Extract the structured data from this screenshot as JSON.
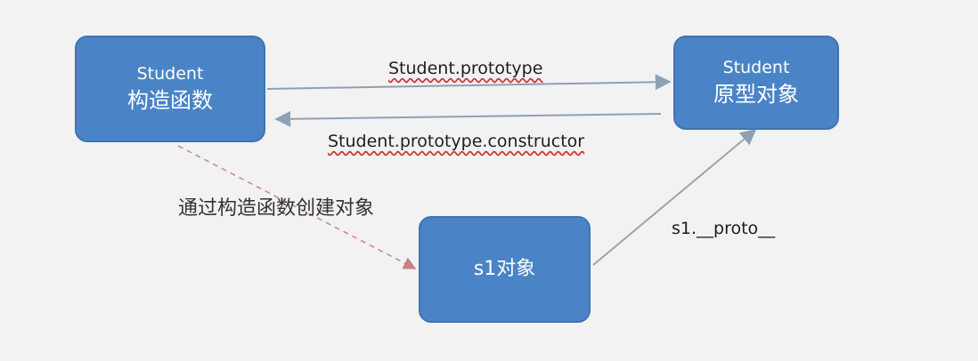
{
  "nodes": {
    "constructor": {
      "line1": "Student",
      "line2": "构造函数"
    },
    "prototype": {
      "line1": "Student",
      "line2": "原型对象"
    },
    "instance": {
      "label": "s1对象"
    }
  },
  "edges": {
    "prototype_label": "Student.prototype",
    "constructor_label": "Student.prototype.constructor",
    "create_label": "通过构造函数创建对象",
    "proto_label": "s1.__proto__"
  },
  "colors": {
    "node_fill": "#4a84c6",
    "node_text": "#ffffff",
    "arrow": "#8ea0b4",
    "dashed_arrow": "#d08a8a",
    "underline": "#d23a3a"
  }
}
